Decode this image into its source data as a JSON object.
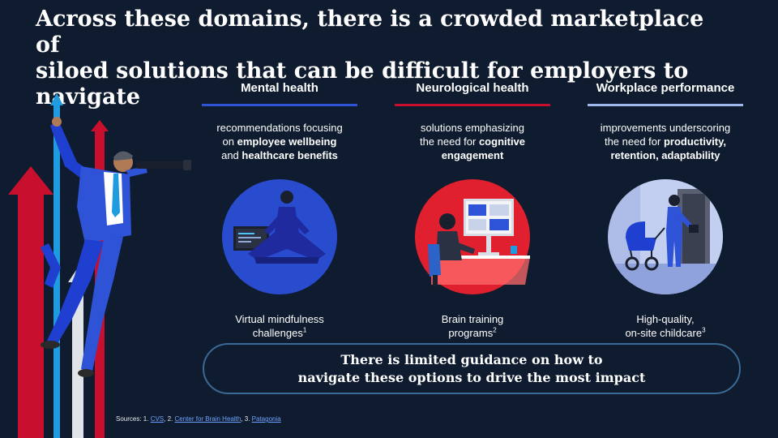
{
  "title": {
    "line1": "Across these domains, there is a crowded marketplace of",
    "line2": "siloed solutions that can be difficult for employers to",
    "line3": "navigate"
  },
  "columns": [
    {
      "heading": "Mental health",
      "rule_color": "#2f53d6",
      "desc_a": "recommendations focusing",
      "desc_b1": "on ",
      "desc_b2": "employee wellbeing",
      "desc_c1": "and ",
      "desc_c2": "healthcare benefits",
      "caption_1": "Virtual mindfulness",
      "caption_2": "challenges",
      "caption_sup": "1"
    },
    {
      "heading": "Neurological health",
      "rule_color": "#c8102e",
      "desc_a": "solutions emphasizing",
      "desc_b1": "the need for ",
      "desc_b2": "cognitive",
      "desc_c1": "",
      "desc_c2": "engagement",
      "caption_1": "Brain training",
      "caption_2": "programs",
      "caption_sup": "2"
    },
    {
      "heading": "Workplace performance",
      "rule_color": "#9db8ea",
      "desc_a": "improvements underscoring",
      "desc_b1": "the need for ",
      "desc_b2": "productivity,",
      "desc_c1": "",
      "desc_c2": "retention, adaptability",
      "caption_1": "High-quality,",
      "caption_2": "on-site childcare",
      "caption_sup": "3"
    }
  ],
  "callout": {
    "line1": "There is limited guidance on how to",
    "line2": "navigate these options to drive the most impact"
  },
  "sources": {
    "prefix": "Sources: 1. ",
    "link1": "CVS",
    "sep1": ", 2. ",
    "link2": "Center for Brain Health",
    "sep2": ", 3. ",
    "link3": "Patagonia"
  },
  "colors": {
    "background": "#0f1b2e",
    "mental_blue": "#2f53d6",
    "neuro_red": "#c8102e",
    "workplace_lavender": "#9db8ea",
    "callout_border": "#3a6a96",
    "link": "#6fa3ff"
  }
}
